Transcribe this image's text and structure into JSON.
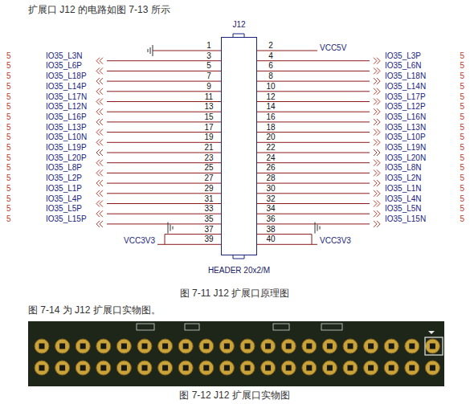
{
  "diagram": {
    "caption": "图 7-12 J12 扩展口实物图",
    "nodes": [
      {
        "text": [
          "J12",
          "HEADER 20x2/M"
        ]
      }
    ],
    "labels": [
      "扩展口 J12 的电路如图 7-13 所示",
      "1",
      "2",
      "3",
      "4",
      "5",
      "6",
      "7",
      "8",
      "9",
      "10",
      "11",
      "12",
      "13",
      "14",
      "15",
      "16",
      "17",
      "18",
      "19",
      "20",
      "21",
      "22",
      "23",
      "24",
      "25",
      "26",
      "27",
      "28",
      "29",
      "30",
      "31",
      "32",
      "33",
      "34",
      "35",
      "36",
      "37",
      "38",
      "39",
      "40",
      "IO35_L3N",
      "IO35_L6P",
      "IO35_L18P",
      "IO35_L14P",
      "IO35_L17N",
      "IO35_L12N",
      "IO35_L16P",
      "IO35_L13P",
      "IO35_L10N",
      "IO35_L19P",
      "IO35_L20P",
      "IO35_L8P",
      "IO35_L2P",
      "IO35_L1P",
      "IO35_L4P",
      "IO35_L5P",
      "IO35_L15P",
      "IO35_L3P",
      "IO35_L6N",
      "IO35_L18N",
      "IO35_L14N",
      "IO35_L17P",
      "IO35_L12P",
      "IO35_L16N",
      "IO35_L13N",
      "IO35_L10P",
      "IO35_L19N",
      "IO35_L20N",
      "IO35_L8N",
      "IO35_L2N",
      "IO35_L1N",
      "IO35_L4N",
      "IO35_L5N",
      "IO35_L15N",
      "5",
      "5",
      "5",
      "5",
      "5",
      "5",
      "5",
      "5",
      "5",
      "5",
      "5",
      "5",
      "5",
      "5",
      "5",
      "5",
      "5",
      "5",
      "5",
      "5",
      "5",
      "5",
      "5",
      "5",
      "5",
      "5",
      "5",
      "5",
      "5",
      "5",
      "5",
      "5",
      "5",
      "5",
      "VCC5V",
      "VCC3V3",
      "VCC3V3",
      "图 7-11 J12 扩展口原理图",
      "图 7-14 为 J12 扩展口实物图。"
    ]
  }
}
